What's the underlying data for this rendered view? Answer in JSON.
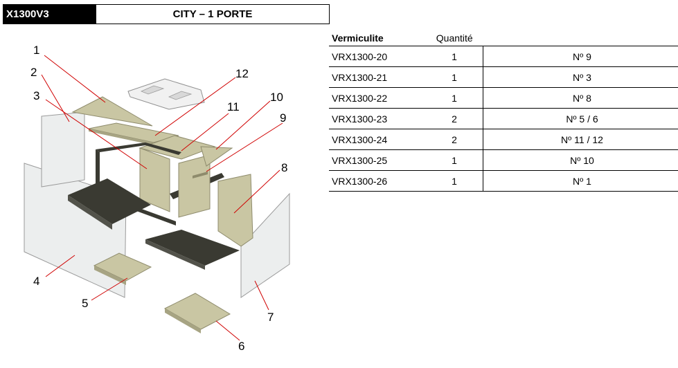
{
  "header": {
    "model_code": "X1300V3",
    "title": "CITY – 1 PORTE"
  },
  "table": {
    "headers": {
      "reference": "Vermiculite",
      "quantity": "Quantité",
      "position": ""
    },
    "rows": [
      {
        "reference": "VRX1300-20",
        "quantity": "1",
        "position": "Nº 9"
      },
      {
        "reference": "VRX1300-21",
        "quantity": "1",
        "position": "Nº 3"
      },
      {
        "reference": "VRX1300-22",
        "quantity": "1",
        "position": "Nº 8"
      },
      {
        "reference": "VRX1300-23",
        "quantity": "2",
        "position": "Nº 5 / 6"
      },
      {
        "reference": "VRX1300-24",
        "quantity": "2",
        "position": "Nº 11 / 12"
      },
      {
        "reference": "VRX1300-25",
        "quantity": "1",
        "position": "Nº 10"
      },
      {
        "reference": "VRX1300-26",
        "quantity": "1",
        "position": "Nº 1"
      }
    ]
  },
  "diagram": {
    "callouts": [
      "1",
      "2",
      "3",
      "4",
      "5",
      "6",
      "7",
      "8",
      "9",
      "10",
      "11",
      "12"
    ],
    "colors": {
      "vermiculite": "#c9c6a3",
      "steel": "#3a3a32",
      "glass": "#e9ebeb",
      "leader": "#d00000"
    }
  }
}
